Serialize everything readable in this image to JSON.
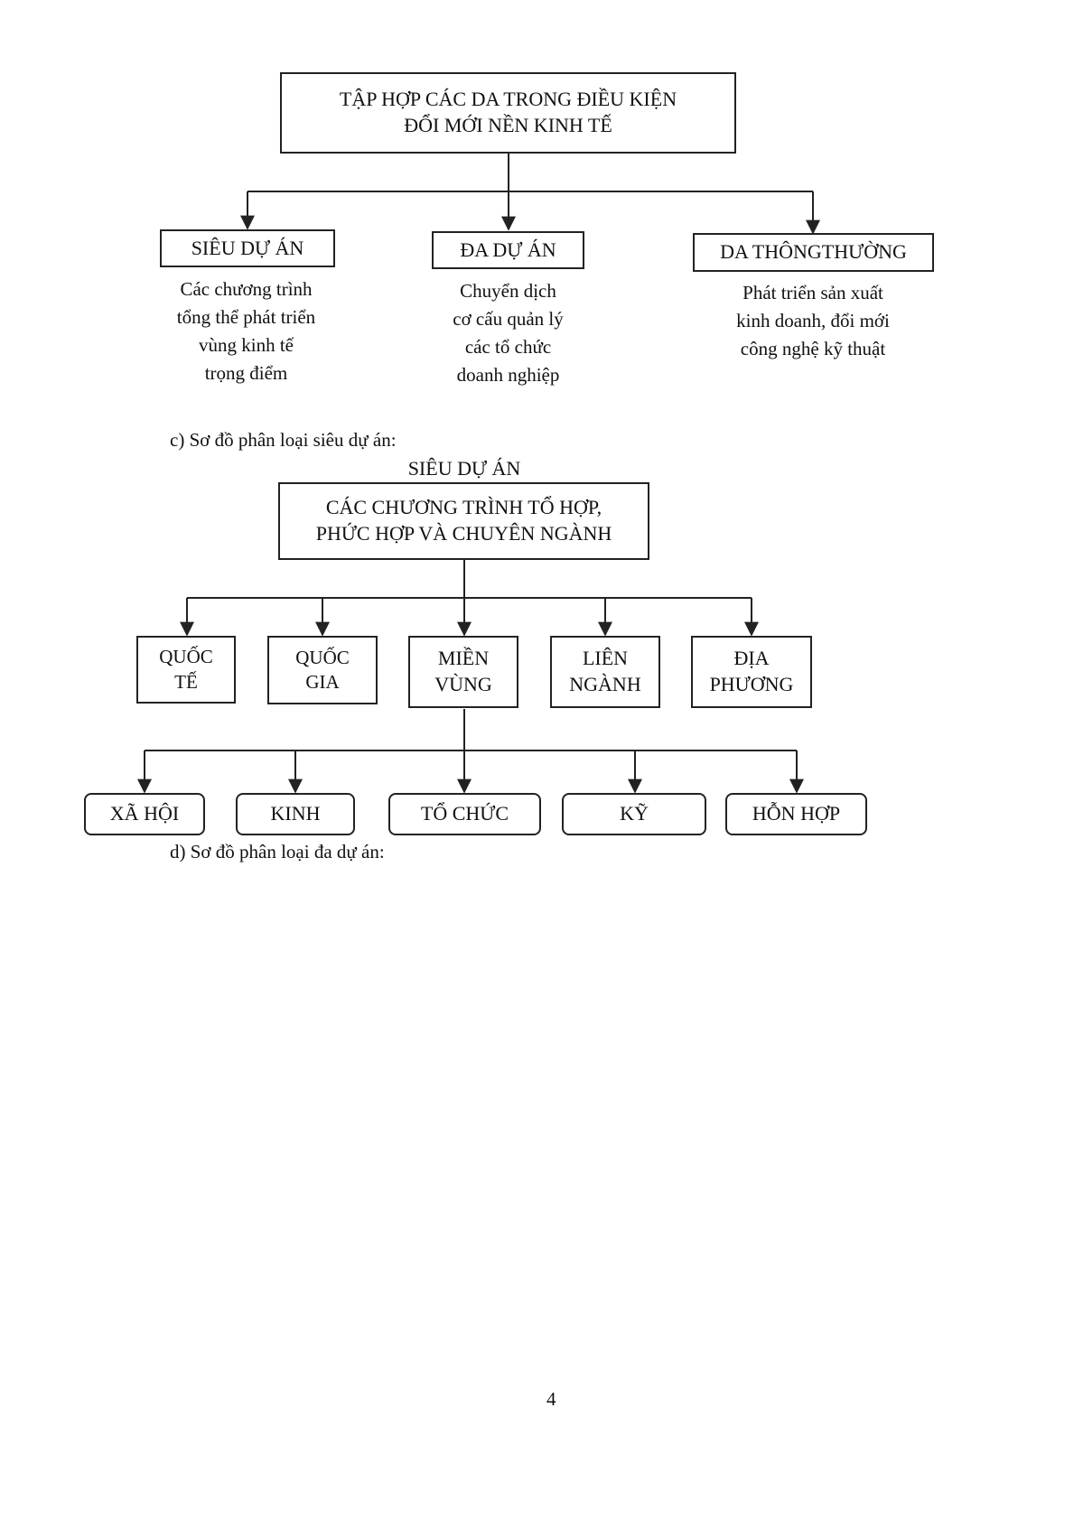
{
  "diagram1": {
    "root_lines": [
      "TẬP HỢP CÁC DA TRONG ĐIỀU KIỆN",
      "ĐỔI MỚI NỀN KINH TẾ"
    ],
    "children": [
      {
        "label": "SIÊU DỰ ÁN",
        "desc": [
          "Các chương trình",
          "tổng thể phát triển",
          "vùng kinh tế",
          "trọng điểm"
        ]
      },
      {
        "label": "ĐA DỰ ÁN",
        "desc": [
          "Chuyển dịch",
          "cơ cấu quản lý",
          "các tổ chức",
          "doanh nghiệp"
        ]
      },
      {
        "label": "DA THÔNGTHƯỜNG",
        "desc": [
          "Phát triển sản xuất",
          "kinh doanh, đổi mới",
          "công nghệ kỹ thuật"
        ]
      }
    ]
  },
  "caption_c": "c)  Sơ đồ phân loại siêu dự án:",
  "diagram2": {
    "title": "SIÊU DỰ ÁN",
    "root_lines": [
      "CÁC CHƯƠNG TRÌNH TỔ HỢP,",
      "PHỨC HỢP VÀ CHUYÊN NGÀNH"
    ],
    "level1": [
      {
        "lines": [
          "QUỐC",
          "TẾ"
        ]
      },
      {
        "lines": [
          "QUỐC",
          "GIA"
        ]
      },
      {
        "lines": [
          "MIỀN",
          "VÙNG"
        ]
      },
      {
        "lines": [
          "LIÊN",
          "NGÀNH"
        ]
      },
      {
        "lines": [
          "ĐỊA",
          "PHƯƠNG"
        ]
      }
    ],
    "level2": [
      "XÃ HỘI",
      "KINH",
      "TỔ CHỨC",
      "KỸ",
      "HỖN HỢP"
    ]
  },
  "caption_d": "d)  Sơ đồ phân loại đa dự án:",
  "page_number": "4"
}
